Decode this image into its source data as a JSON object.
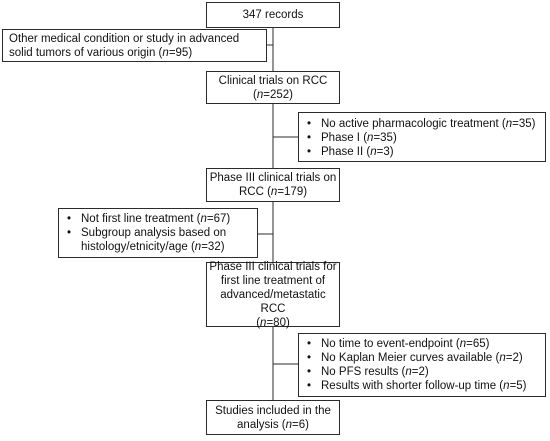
{
  "flowchart": {
    "records": "347 records",
    "excluded_other": {
      "line1": "Other medical condition or study in advanced",
      "line2_prefix": "solid tumors of various origin (",
      "n": "n",
      "line2_suffix": "=95)"
    },
    "clinical_rcc": {
      "line1": "Clinical trials on RCC",
      "prefix": "(",
      "n": "n",
      "suffix": "=252)"
    },
    "excluded_pharma": {
      "items": [
        {
          "prefix": "No active pharmacologic treatment (",
          "n": "n",
          "suffix": "=35)"
        },
        {
          "prefix": "Phase I (",
          "n": "n",
          "suffix": "=35)"
        },
        {
          "prefix": "Phase II (",
          "n": "n",
          "suffix": "=3)"
        }
      ]
    },
    "phase3": {
      "line1": "Phase III clinical trials on",
      "line2": "RCC (",
      "n": "n",
      "suffix": "=179)"
    },
    "excluded_first_line": {
      "item1": {
        "prefix": "Not first line treatment (",
        "n": "n",
        "suffix": "=67)"
      },
      "item2": {
        "line1": "Subgroup analysis based on",
        "line2_prefix": "histology/etnicity/age (",
        "n": "n",
        "suffix": "=32)"
      }
    },
    "phase3_first_line": {
      "line1": "Phase III clinical trials for",
      "line2": "first line treatment of",
      "line3": "advanced/metastatic RCC",
      "prefix": "(",
      "n": "n",
      "suffix": "=80)"
    },
    "excluded_endpoint": {
      "items": [
        {
          "prefix": "No time to event-endpoint (",
          "n": "n",
          "suffix": "=65)"
        },
        {
          "prefix": "No Kaplan Meier curves available (",
          "n": "n",
          "suffix": "=2)"
        },
        {
          "prefix": "No PFS results (",
          "n": "n",
          "suffix": "=2)"
        },
        {
          "prefix": "Results with shorter follow-up time (",
          "n": "n",
          "suffix": "=5)"
        }
      ]
    },
    "included": {
      "line1": "Studies included in the",
      "line2_prefix": "analysis (",
      "n": "n",
      "suffix": "=6)"
    }
  }
}
